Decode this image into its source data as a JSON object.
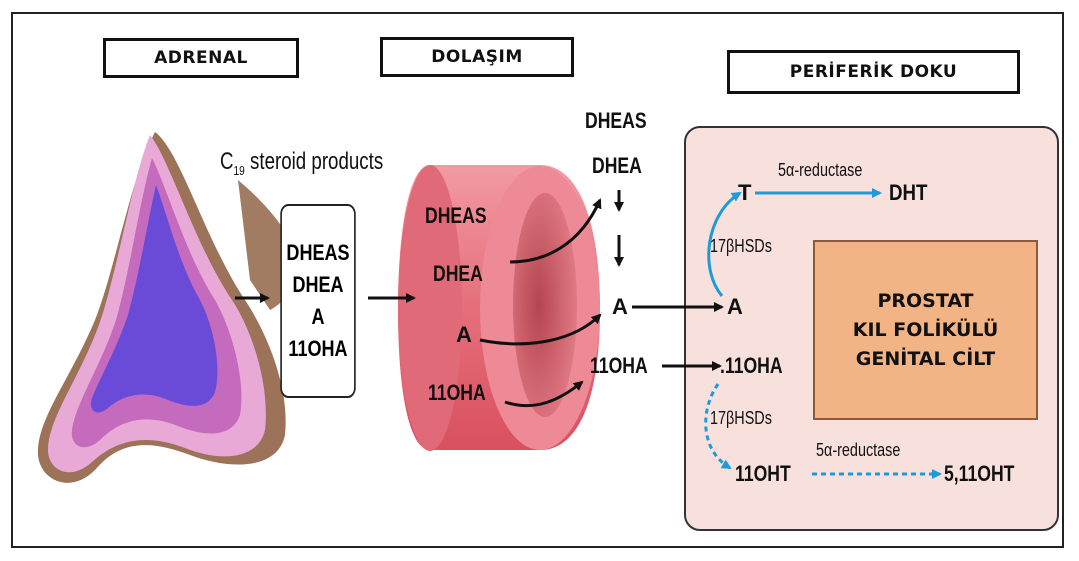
{
  "headers": {
    "adrenal": "ADRENAL",
    "circulation": "DOLAŞIM",
    "peripheral": "PERİFERİK DOKU"
  },
  "adrenal_section": {
    "c19_prefix": "C",
    "c19_sub": "19",
    "c19_suffix": " steroid products",
    "products": [
      "DHEAS",
      "DHEA",
      "A",
      "11OHA"
    ]
  },
  "vessel": {
    "items": [
      "DHEAS",
      "DHEA",
      "A",
      "11OHA"
    ]
  },
  "circulating": {
    "dheas": "DHEAS",
    "dhea": "DHEA",
    "a": "A",
    "ohA": "11OHA"
  },
  "peripheral_tissue": {
    "t": "T",
    "dht": "DHT",
    "reductase_top": "5α-reductase",
    "hsd_top": "17βHSDs",
    "a": "A",
    "ohA": ".11OHA",
    "hsd_bottom": "17βHSDs",
    "oht": "11OHT",
    "reductase_bottom": "5α-reductase",
    "dht_11": "5,11OHT",
    "targets": [
      "PROSTAT",
      "KIL FOLİKÜLÜ",
      "GENİTAL CİLT"
    ]
  },
  "colors": {
    "arrow_blue": "#1d9bd6",
    "vessel_red": "#e8707c",
    "tissue_bg": "#f8e1dc",
    "organ_fill": "#f2b485",
    "gland_purple": "#6a4bd8"
  }
}
